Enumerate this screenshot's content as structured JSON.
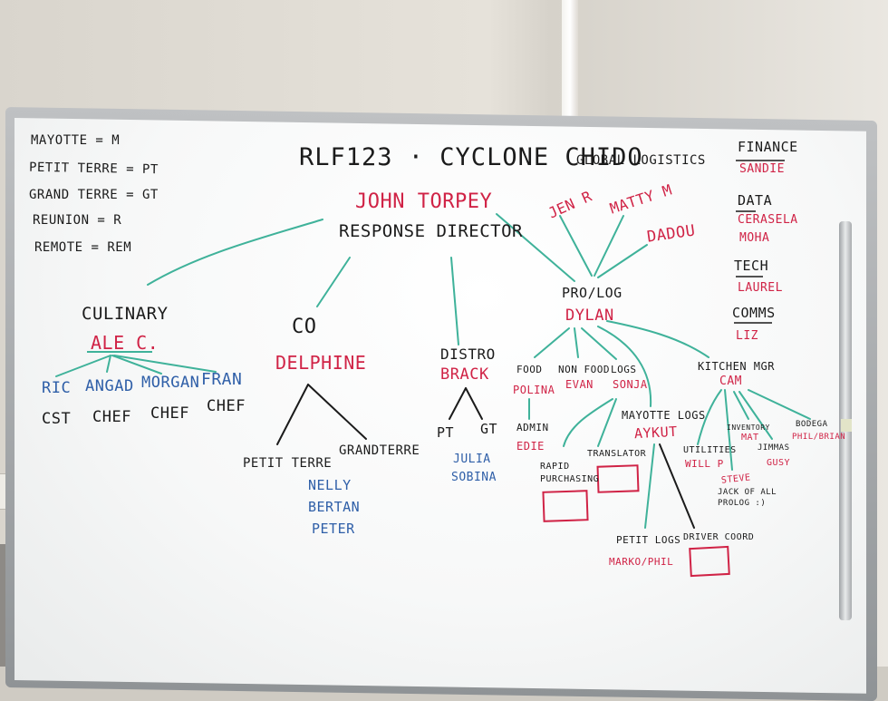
{
  "board": {
    "title": "RLF123 · CYCLONE CHIDO",
    "global_logistics": "GLOBAL LOGISTICS",
    "legend": [
      "MAYOTTE = M",
      "PETIT TERRE = PT",
      "GRAND TERRE = GT",
      "REUNION = R",
      "REMOTE = REM"
    ],
    "director": {
      "name": "JOHN TORPEY",
      "role": "RESPONSE DIRECTOR"
    },
    "sidebar": [
      {
        "heading": "FINANCE",
        "names": [
          "SANDIE"
        ]
      },
      {
        "heading": "DATA",
        "names": [
          "CERASELA",
          "MOHA"
        ]
      },
      {
        "heading": "TECH",
        "names": [
          "LAUREL"
        ]
      },
      {
        "heading": "COMMS",
        "names": [
          "LIZ"
        ]
      }
    ],
    "global_team": [
      "JEN R",
      "MATTY M",
      "DADOU"
    ],
    "culinary": {
      "title": "CULINARY",
      "lead": "ALE C.",
      "members": [
        "RIC",
        "ANGAD",
        "MORGAN",
        "FRAN"
      ],
      "roles": [
        "CST",
        "CHEF",
        "CHEF",
        "CHEF"
      ]
    },
    "co": {
      "title": "CO",
      "lead": "DELPHINE",
      "branches": [
        "PETIT TERRE",
        "GRANDTERRE"
      ],
      "petit_terre_team": [
        "NELLY",
        "BERTAN",
        "PETER"
      ]
    },
    "distro": {
      "title": "DISTRO",
      "lead": "BRACK",
      "branches": [
        "PT",
        "GT"
      ],
      "team": [
        "JULIA",
        "SOBINA"
      ]
    },
    "pro_log": {
      "title": "PRO/LOG",
      "lead": "DYLAN",
      "food": {
        "title": "FOOD",
        "lead": "POLINA"
      },
      "non_food": {
        "title": "NON FOOD",
        "lead": "EVAN"
      },
      "logs": {
        "title": "LOGS",
        "lead": "SONJA"
      },
      "admin": {
        "title": "ADMIN",
        "lead": "EDIE"
      },
      "rapid_purchasing": "RAPID PURCHASING",
      "translator": "TRANSLATOR",
      "mayotte_logs": {
        "title": "MAYOTTE LOGS",
        "lead": "AYKUT"
      },
      "petit_logs": {
        "title": "PETIT LOGS",
        "lead": "MARKO/PHIL"
      },
      "driver_coord": "DRIVER COORD"
    },
    "kitchen": {
      "title": "KITCHEN MGR",
      "lead": "CAM",
      "inventory": {
        "title": "INVENTORY",
        "lead": "MAT"
      },
      "bodega": {
        "title": "BODEGA",
        "lead": "PHIL/BRIAN"
      },
      "utilities": {
        "title": "UTILITIES",
        "lead": "WILL P"
      },
      "jimmas": {
        "title": "JIMMAS",
        "lead": "GUSY"
      },
      "steve": {
        "name": "STEVE",
        "note": "JACK OF ALL PROLOG :)"
      }
    }
  },
  "colors": {
    "black_marker": "#1b1b1b",
    "red_marker": "#d02346",
    "blue_marker": "#2f5fa8",
    "green_marker": "#3fb29a"
  }
}
